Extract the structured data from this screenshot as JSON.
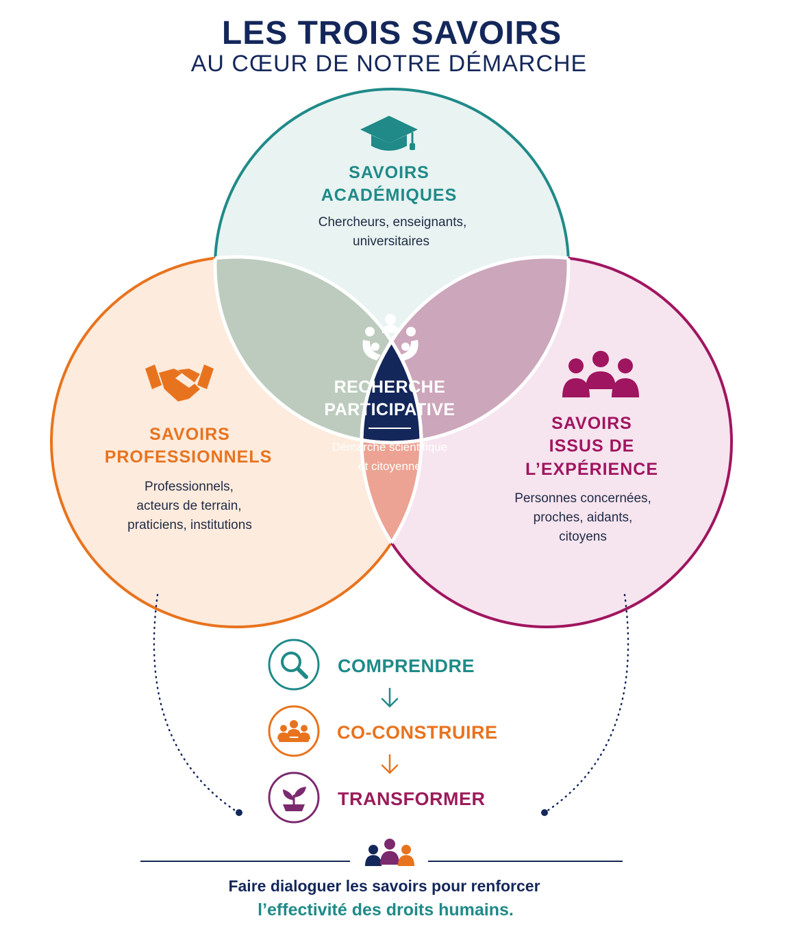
{
  "header": {
    "title": "LES TROIS SAVOIRS",
    "subtitle": "AU CŒUR DE NOTRE DÉMARCHE"
  },
  "circles": {
    "academic": {
      "title_lines": [
        "SAVOIRS",
        "ACADÉMIQUES"
      ],
      "desc_lines": [
        "Chercheurs, enseignants,",
        "universitaires"
      ],
      "color": "#1f8a88",
      "icon": "graduation-cap-icon"
    },
    "professional": {
      "title_lines": [
        "SAVOIRS",
        "PROFESSIONNELS"
      ],
      "desc_lines": [
        "Professionnels,",
        "acteurs de terrain,",
        "praticiens, institutions"
      ],
      "color": "#e8731e",
      "icon": "handshake-icon"
    },
    "experience": {
      "title_lines": [
        "SAVOIRS",
        "ISSUS DE",
        "L’EXPÉRIENCE"
      ],
      "desc_lines": [
        "Personnes concernées,",
        "proches, aidants,",
        "citoyens"
      ],
      "color": "#a0155f",
      "icon": "people-group-icon"
    }
  },
  "center": {
    "title_lines": [
      "RECHERCHE",
      "PARTICIPATIVE"
    ],
    "desc_lines": [
      "Démarche scientifique",
      "et citoyenne"
    ],
    "color": "#14275a",
    "icon": "participation-circle-icon"
  },
  "steps": [
    {
      "label": "COMPRENDRE",
      "icon": "search-icon",
      "color": "#1f8a88"
    },
    {
      "label": "CO-CONSTRUIRE",
      "icon": "team-icon",
      "color": "#e8731e"
    },
    {
      "label": "TRANSFORMER",
      "icon": "sprout-icon",
      "color": "#9b1b5a"
    }
  ],
  "footer": {
    "line1": "Faire dialoguer les savoirs pour renforcer",
    "line2": "l’effectivité des droits humains.",
    "icon": "people-group-icon"
  }
}
